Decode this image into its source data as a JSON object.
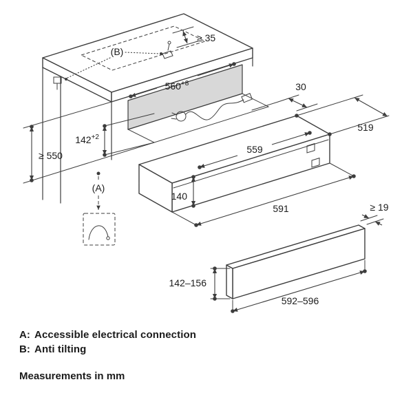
{
  "drawing": {
    "callouts": {
      "a": "(A)",
      "b": "(B)"
    },
    "dimensions": {
      "worktop_thickness": "≥ 35",
      "niche_width": {
        "value": "560",
        "tolerance": "+8"
      },
      "rear_gap": "30",
      "appliance_depth": "519",
      "niche_height": {
        "value": "142",
        "tolerance": "+2"
      },
      "niche_depth": "≥ 550",
      "appliance_width": "559",
      "appliance_height": "140",
      "appliance_front_width": "591",
      "panel_thickness": "≥ 19",
      "panel_height": "142–156",
      "panel_width": "592–596"
    }
  },
  "legend": {
    "items": [
      {
        "key": "A:",
        "label": "Accessible electrical connection"
      },
      {
        "key": "B:",
        "label": "Anti tilting"
      }
    ],
    "note": "Measurements in mm"
  },
  "colors": {
    "line": "#3d3d3d",
    "shade": "#d8d8d8",
    "text": "#1c1c1c"
  }
}
